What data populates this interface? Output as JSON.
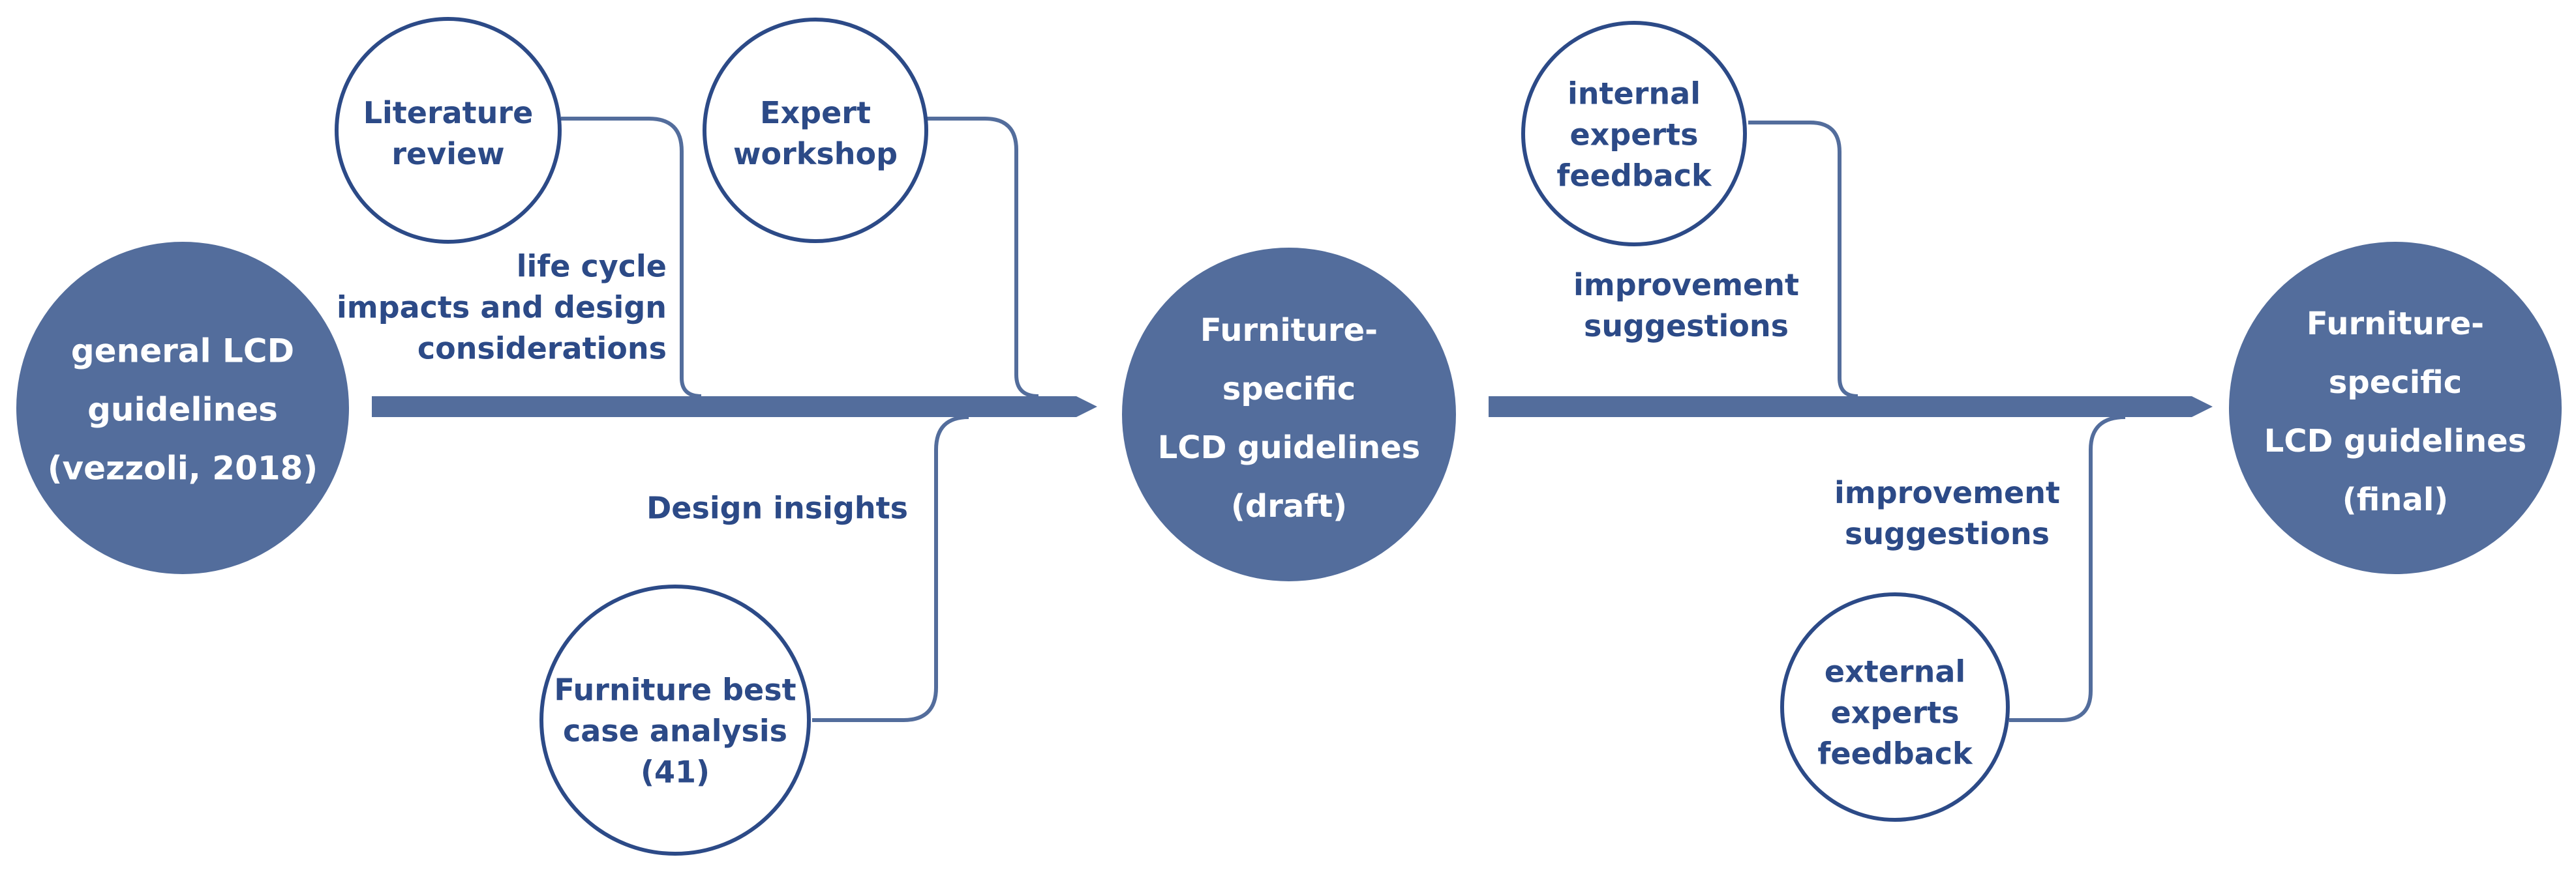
{
  "colors": {
    "primary": "#536d9c",
    "outline": "#2c4a87",
    "text": "#2c4a87",
    "connector": "#536d9c",
    "background": "#ffffff"
  },
  "nodes": {
    "general": [
      "general LCD",
      "guidelines",
      "(vezzoli, 2018)"
    ],
    "draft": [
      "Furniture-",
      "specific",
      "LCD guidelines",
      "(draft)"
    ],
    "final": [
      "Furniture-",
      "specific",
      "LCD guidelines",
      "(final)"
    ],
    "literature": [
      "Literature",
      "review"
    ],
    "workshop": [
      "Expert",
      "workshop"
    ],
    "best_case": [
      "Furniture best",
      "case analysis",
      "(41)"
    ],
    "internal": [
      "internal",
      "experts",
      "feedback"
    ],
    "external": [
      "external",
      "experts",
      "feedback"
    ]
  },
  "labels": {
    "life_cycle": [
      "life cycle",
      "impacts and design",
      "considerations"
    ],
    "design_insights": [
      "Design insights"
    ],
    "improvement_top": [
      "improvement",
      "suggestions"
    ],
    "improvement_bottom": [
      "improvement",
      "suggestions"
    ]
  }
}
